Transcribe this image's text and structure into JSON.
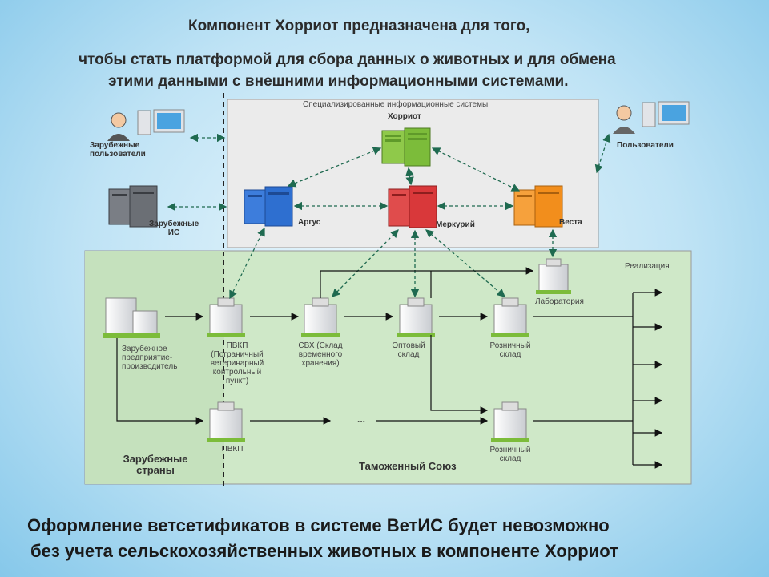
{
  "title_line1": "Компонент Хорриот предназначена для того,",
  "title_line2": "чтобы стать платформой для сбора данных о животных и для обмена",
  "title_line3": "этими данными с внешними информационными системами.",
  "bottom_line1": "Оформление ветсетификатов в системе ВетИС будет невозможно",
  "bottom_line2": "без учета сельскохозяйственных животных в компоненте Хорриот",
  "diagram": {
    "specialized_systems": "Специализированные информационные системы",
    "horriot": "Хорриот",
    "argus": "Аргус",
    "mercury": "Меркурий",
    "vesta": "Веста",
    "foreign_users": "Зарубежные пользователи",
    "users": "Пользователи",
    "foreign_is": "Зарубежные ИС",
    "realization": "Реализация",
    "laboratory": "Лаборатория",
    "foreign_producer": "Зарубежное предприятие-производитель",
    "pvkp_full": "ПВКП (Пограничный ветеринарный контрольный пункт)",
    "svh": "СВХ (Склад временного хранения)",
    "wholesale": "Оптовый склад",
    "retail": "Розничный склад",
    "pvkp": "ПВКП",
    "retail2": "Розничный склад",
    "dots": "...",
    "foreign_countries": "Зарубежные страны",
    "customs_union": "Таможенный Союз"
  },
  "colors": {
    "horriot": "#7cbc3a",
    "argus": "#2e6fd0",
    "mercury": "#d9383a",
    "vesta": "#f28e1c",
    "gray_server": "#6b6f75",
    "green_region": "#cfe8c8",
    "gray_region": "#ececec"
  }
}
